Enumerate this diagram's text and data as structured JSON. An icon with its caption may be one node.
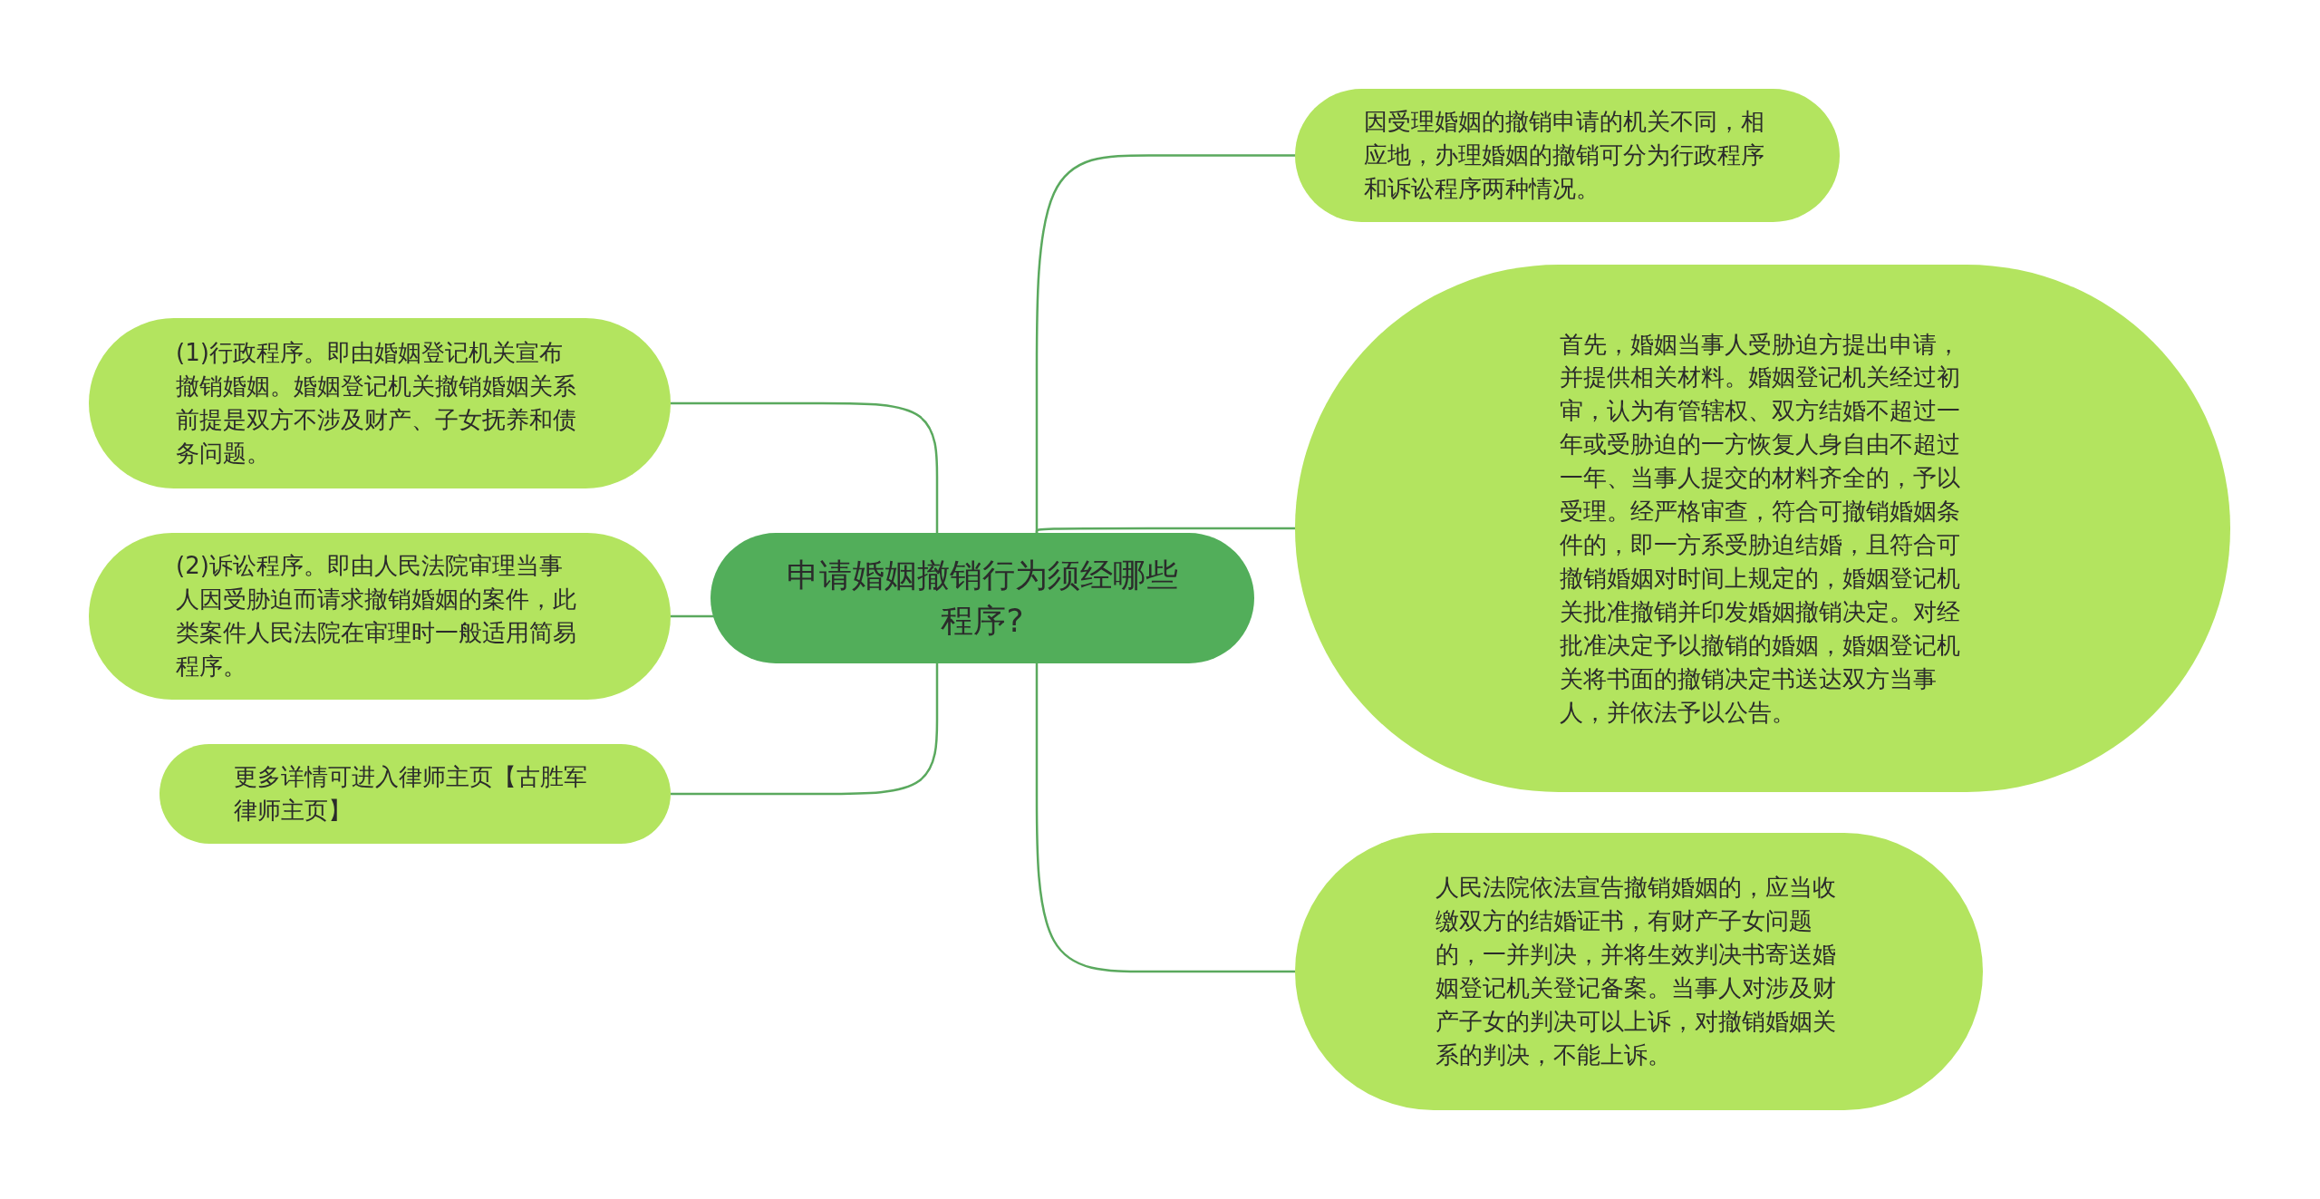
{
  "diagram": {
    "nodes": [
      {
        "text": [
          "申请婚姻撤销行为须经哪些程序?"
        ]
      },
      {
        "text": [
          "因受理婚姻的撤销申请的机关不同，相应地，办理婚姻的撤销可分为行政程序和诉讼程序两种情况。"
        ]
      },
      {
        "text": [
          "首先，婚姻当事人受胁迫方提出申请，并提供相关材料。婚姻登记机关经过初审，认为有管辖权、双方结婚不超过一年或受胁迫的一方恢复人身自由不超过一年、当事人提交的材料齐全的，予以受理。经严格审查，符合可撤销婚姻条件的，即一方系受胁迫结婚，且符合可撤销婚姻对时间上规定的，婚姻登记机关批准撤销并印发婚姻撤销决定。对经批准决定予以撤销的婚姻，婚姻登记机关将书面的撤销决定书送达双方当事人，并依法予以公告。"
        ]
      },
      {
        "text": [
          "人民法院依法宣告撤销婚姻的，应当收缴双方的结婚证书，有财产子女问题的，一并判决，并将生效判决书寄送婚姻登记机关登记备案。当事人对涉及财产子女的判决可以上诉，对撤销婚姻关系的判决，不能上诉。"
        ]
      },
      {
        "text": [
          "(1)行政程序。即由婚姻登记机关宣布撤销婚姻。婚姻登记机关撤销婚姻关系前提是双方不涉及财产、子女抚养和债务问题。"
        ]
      },
      {
        "text": [
          "(2)诉讼程序。即由人民法院审理当事人因受胁迫而请求撤销婚姻的案件，此类案件人民法院在审理时一般适用简易程序。"
        ]
      },
      {
        "text": [
          "更多详情可进入律师主页【古胜军律师主页】"
        ]
      }
    ],
    "edges": [
      {
        "from": 0,
        "to": 1,
        "arrow": "none"
      },
      {
        "from": 0,
        "to": 2,
        "arrow": "none"
      },
      {
        "from": 0,
        "to": 3,
        "arrow": "none"
      },
      {
        "from": 0,
        "to": 4,
        "arrow": "none"
      },
      {
        "from": 0,
        "to": 5,
        "arrow": "none"
      },
      {
        "from": 0,
        "to": 6,
        "arrow": "none"
      }
    ]
  }
}
